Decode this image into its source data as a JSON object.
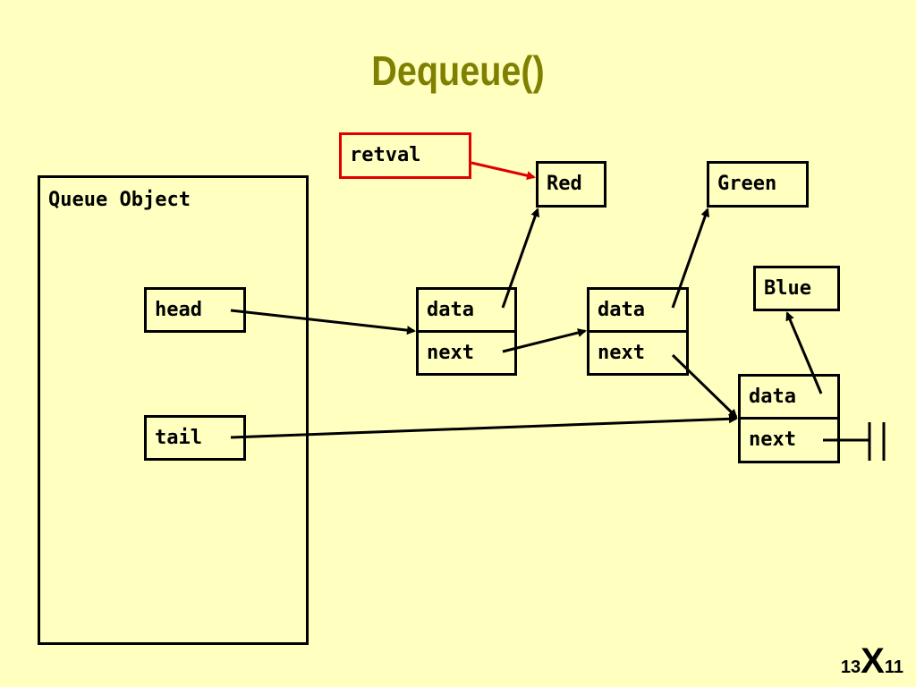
{
  "title": "Dequeue()",
  "queue_object": {
    "label": "Queue Object",
    "head_label": "head",
    "tail_label": "tail"
  },
  "retval_label": "retval",
  "values": {
    "red": "Red",
    "green": "Green",
    "blue": "Blue"
  },
  "nodes": [
    {
      "data_label": "data",
      "next_label": "next"
    },
    {
      "data_label": "data",
      "next_label": "next"
    },
    {
      "data_label": "data",
      "next_label": "next"
    }
  ],
  "footer": {
    "prefix": "13",
    "symbol": "X",
    "suffix": "11"
  },
  "colors": {
    "background": "#FFFFC0",
    "title": "#808000",
    "retval_border": "#E00000",
    "retval_arrow": "#E00000",
    "stroke": "#000000"
  }
}
